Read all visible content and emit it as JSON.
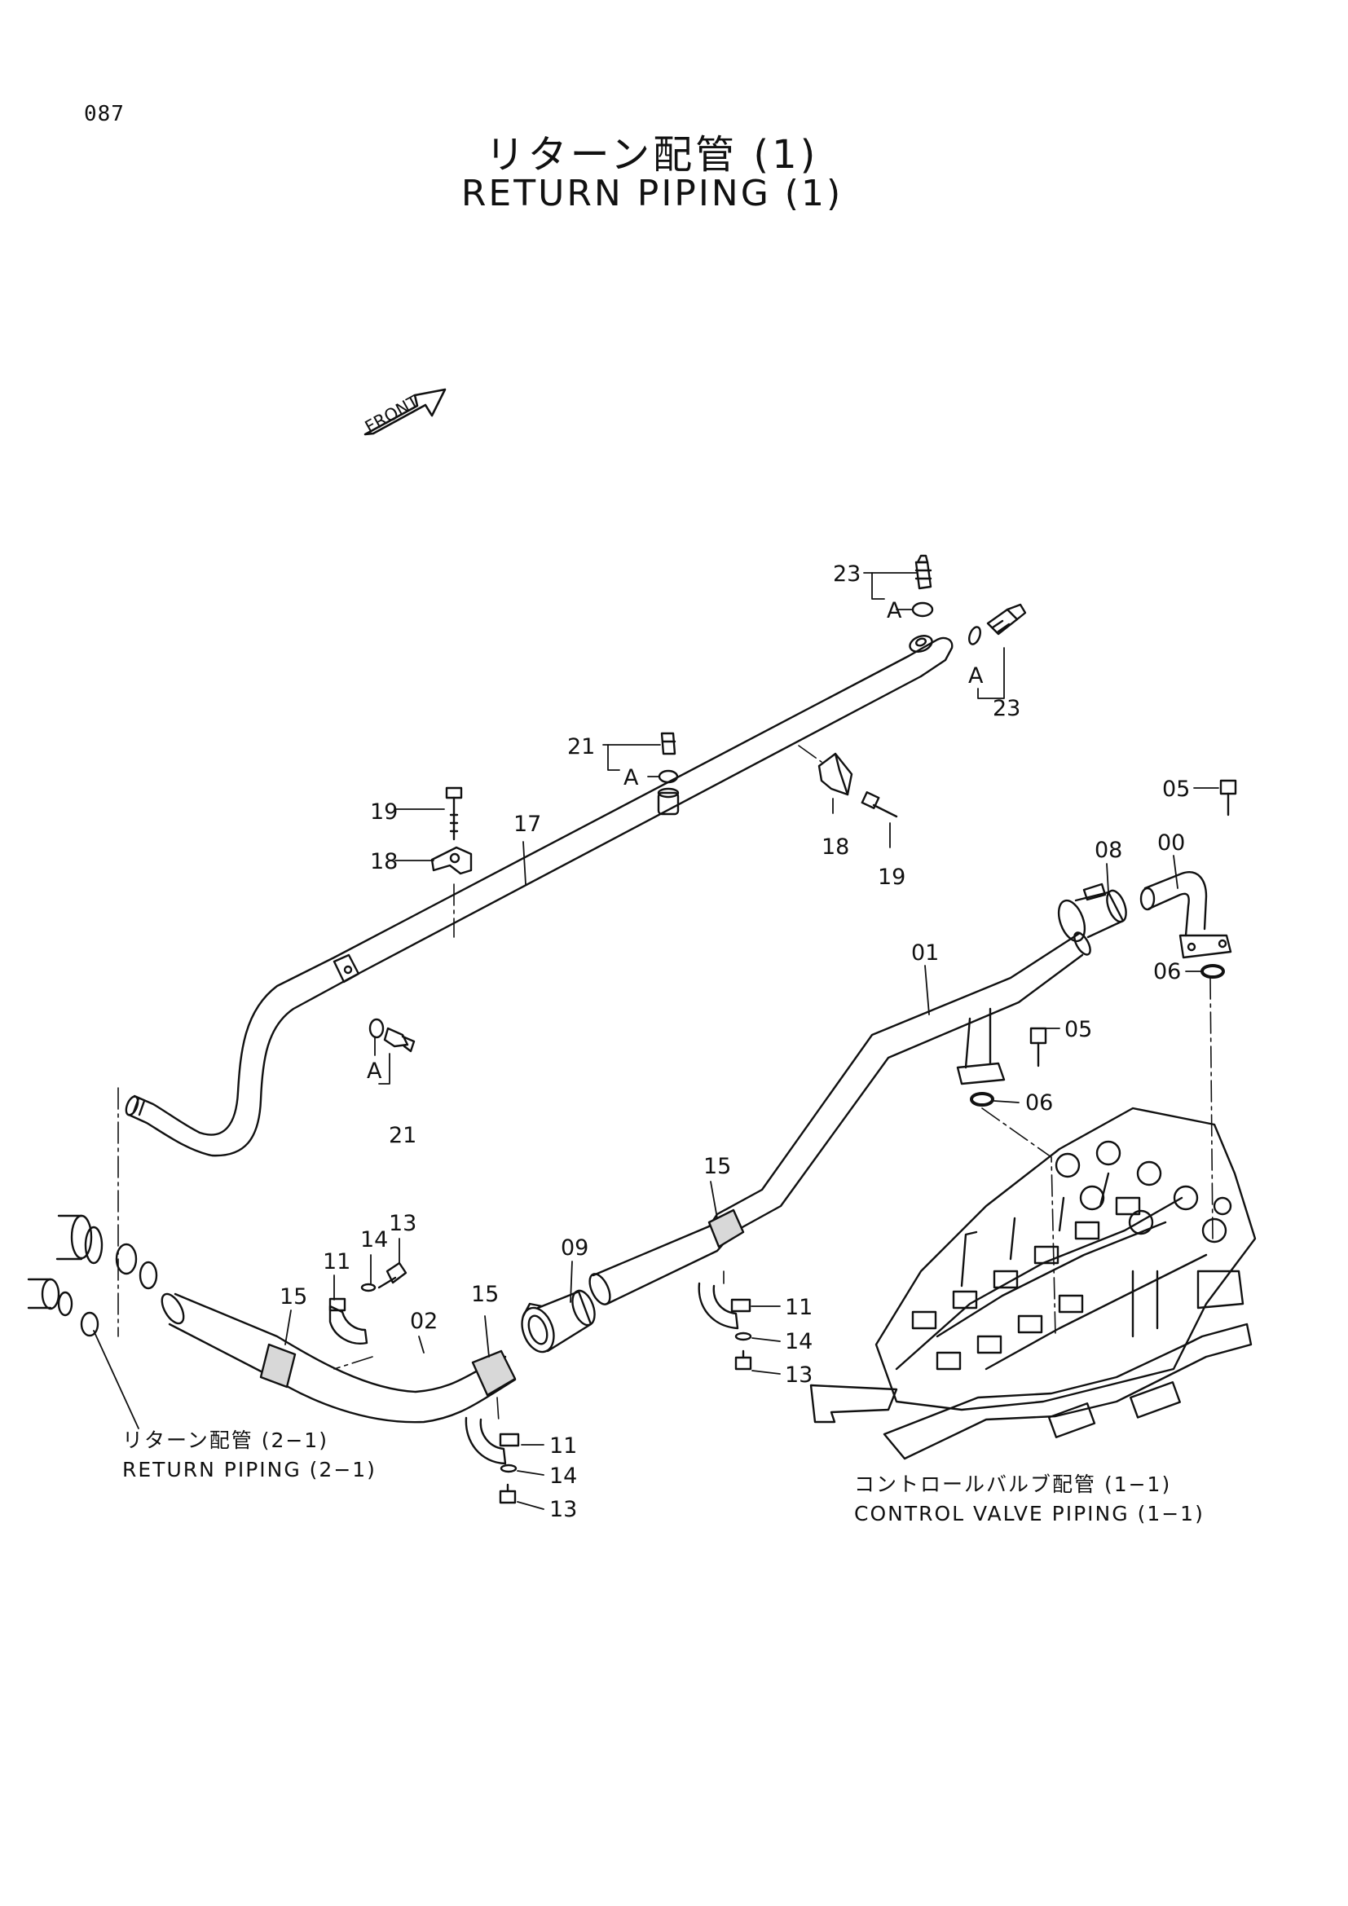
{
  "page_number": "087",
  "title_jp": "リターン配管 (1)",
  "title_en": "RETURN PIPING (1)",
  "front_label": "FRONT",
  "detail_mark": "A",
  "parts": {
    "p00": "00",
    "p01": "01",
    "p02": "02",
    "p05": "05",
    "p06": "06",
    "p08": "08",
    "p09": "09",
    "p11": "11",
    "p13": "13",
    "p14": "14",
    "p15": "15",
    "p17": "17",
    "p18": "18",
    "p19": "19",
    "p21": "21",
    "p23": "23"
  },
  "references": {
    "return_piping_jp": "リターン配管 (2−1)",
    "return_piping_en": "RETURN PIPING (2−1)",
    "control_valve_jp": "コントロールバルブ配管 (1−1)",
    "control_valve_en": "CONTROL VALVE PIPING (1−1)"
  }
}
